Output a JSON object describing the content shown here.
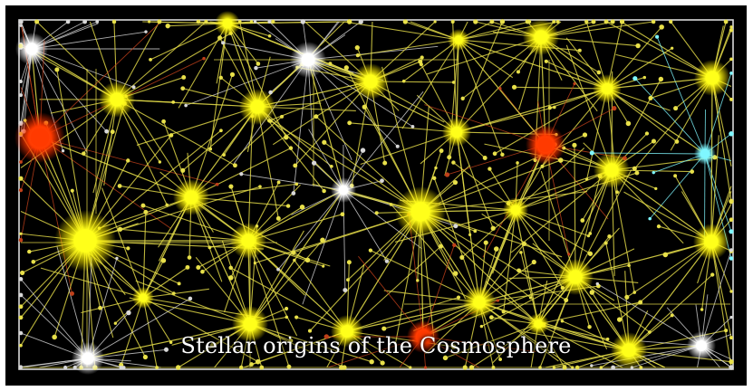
{
  "caption": "Stellar origins of the Cosmosphere",
  "colors": {
    "background": "#000000",
    "border": "#d9d9d9",
    "link_yellow": "#e8e04a",
    "link_white": "#d8d8d8",
    "link_red": "#c0401a",
    "node_yellow": "#ffff1a",
    "node_white": "#ffffff",
    "node_red": "#ff3a00",
    "node_cyan": "#7ff7ff"
  },
  "node_types": [
    "yellow",
    "white",
    "red",
    "cyan"
  ]
}
